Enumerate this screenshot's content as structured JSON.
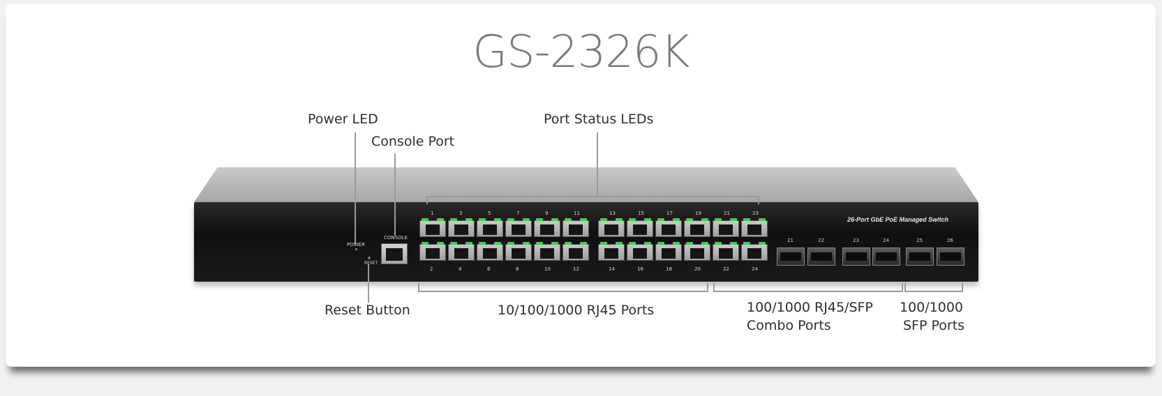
{
  "title": "GS-2326K",
  "callouts": {
    "power_led": "Power LED",
    "console_port": "Console Port",
    "port_status_leds": "Port Status LEDs",
    "reset_button": "Reset Button",
    "rj45_ports": "10/100/1000 RJ45 Ports",
    "combo_line1": "100/1000 RJ45/SFP",
    "combo_line2": "Combo Ports",
    "sfp_line1": "100/1000",
    "sfp_line2": "SFP Ports"
  },
  "panel": {
    "brand_text": "26-Port GbE PoE Managed Switch",
    "power_label": "POWER",
    "console_label": "CONSOLE",
    "reset_label": "RESET",
    "port_numbers_top": [
      "1",
      "3",
      "5",
      "7",
      "9",
      "11",
      "13",
      "15",
      "17",
      "19",
      "21",
      "23"
    ],
    "port_numbers_bottom": [
      "2",
      "4",
      "6",
      "8",
      "10",
      "12",
      "14",
      "16",
      "18",
      "20",
      "22",
      "24"
    ],
    "sfp_numbers": [
      "21",
      "22",
      "23",
      "24",
      "25",
      "26"
    ]
  },
  "colors": {
    "led_green": "#32d94a",
    "title_gray": "#7a7a7a"
  }
}
